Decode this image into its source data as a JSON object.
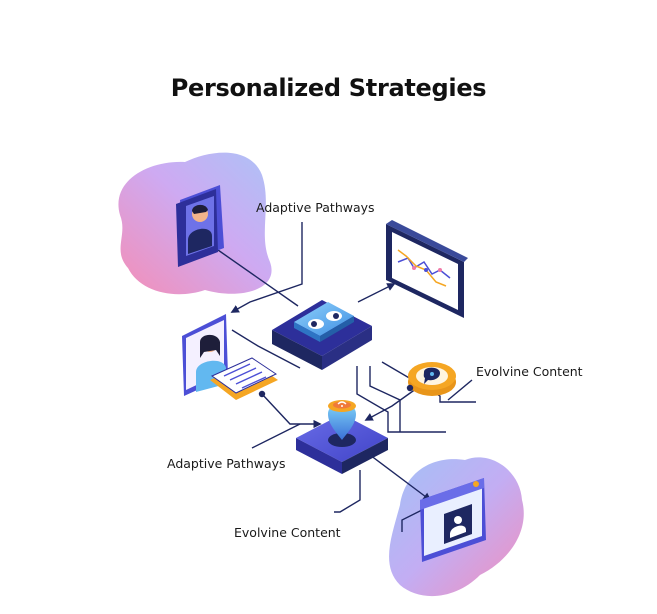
{
  "title": "Personalized Strategies",
  "labels": {
    "adaptive_top": "Adaptive Pathways",
    "evolvine_right": "Evolvine Content",
    "adaptive_bottom": "Adaptive Pathways",
    "evolvine_bottom": "Evolvine Content"
  },
  "icons": {
    "user_tile": "user-avatar-icon",
    "student": "student-with-document-icon",
    "chart_screen": "line-chart-screen-icon",
    "central_hub": "toggle-hub-icon",
    "lightbulb": "lightbulb-icon",
    "chat_bubble": "chat-bubble-icon",
    "profile_window": "profile-window-icon"
  },
  "colors": {
    "navy": "#1e2761",
    "indigo": "#4c4fd6",
    "sky": "#62b8f0",
    "orange": "#f5a623",
    "pink": "#f07aa8",
    "lavender": "#b9a8f2"
  }
}
